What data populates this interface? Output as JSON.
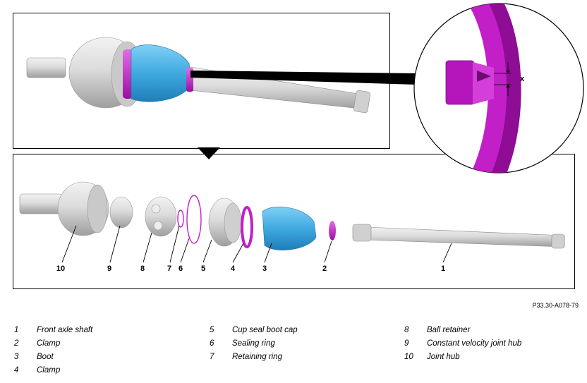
{
  "detail_label": "x",
  "reference_code": "P33.30-A078-79",
  "callouts": [
    "10",
    "9",
    "8",
    "7",
    "6",
    "5",
    "4",
    "3",
    "2",
    "1"
  ],
  "legend": [
    {
      "num": "1",
      "text": "Front axle shaft"
    },
    {
      "num": "2",
      "text": "Clamp"
    },
    {
      "num": "3",
      "text": "Boot"
    },
    {
      "num": "4",
      "text": "Clamp"
    },
    {
      "num": "5",
      "text": "Cup seal boot cap"
    },
    {
      "num": "6",
      "text": "Sealing ring"
    },
    {
      "num": "7",
      "text": "Retaining ring"
    },
    {
      "num": "8",
      "text": "Ball retainer"
    },
    {
      "num": "9",
      "text": "Constant velocity joint hub"
    },
    {
      "num": "10",
      "text": "Joint hub"
    }
  ],
  "colors": {
    "boot": "#3fa9e0",
    "clamp": "#c21fc8",
    "metal": "#d9d9d9",
    "line": "#000000"
  }
}
